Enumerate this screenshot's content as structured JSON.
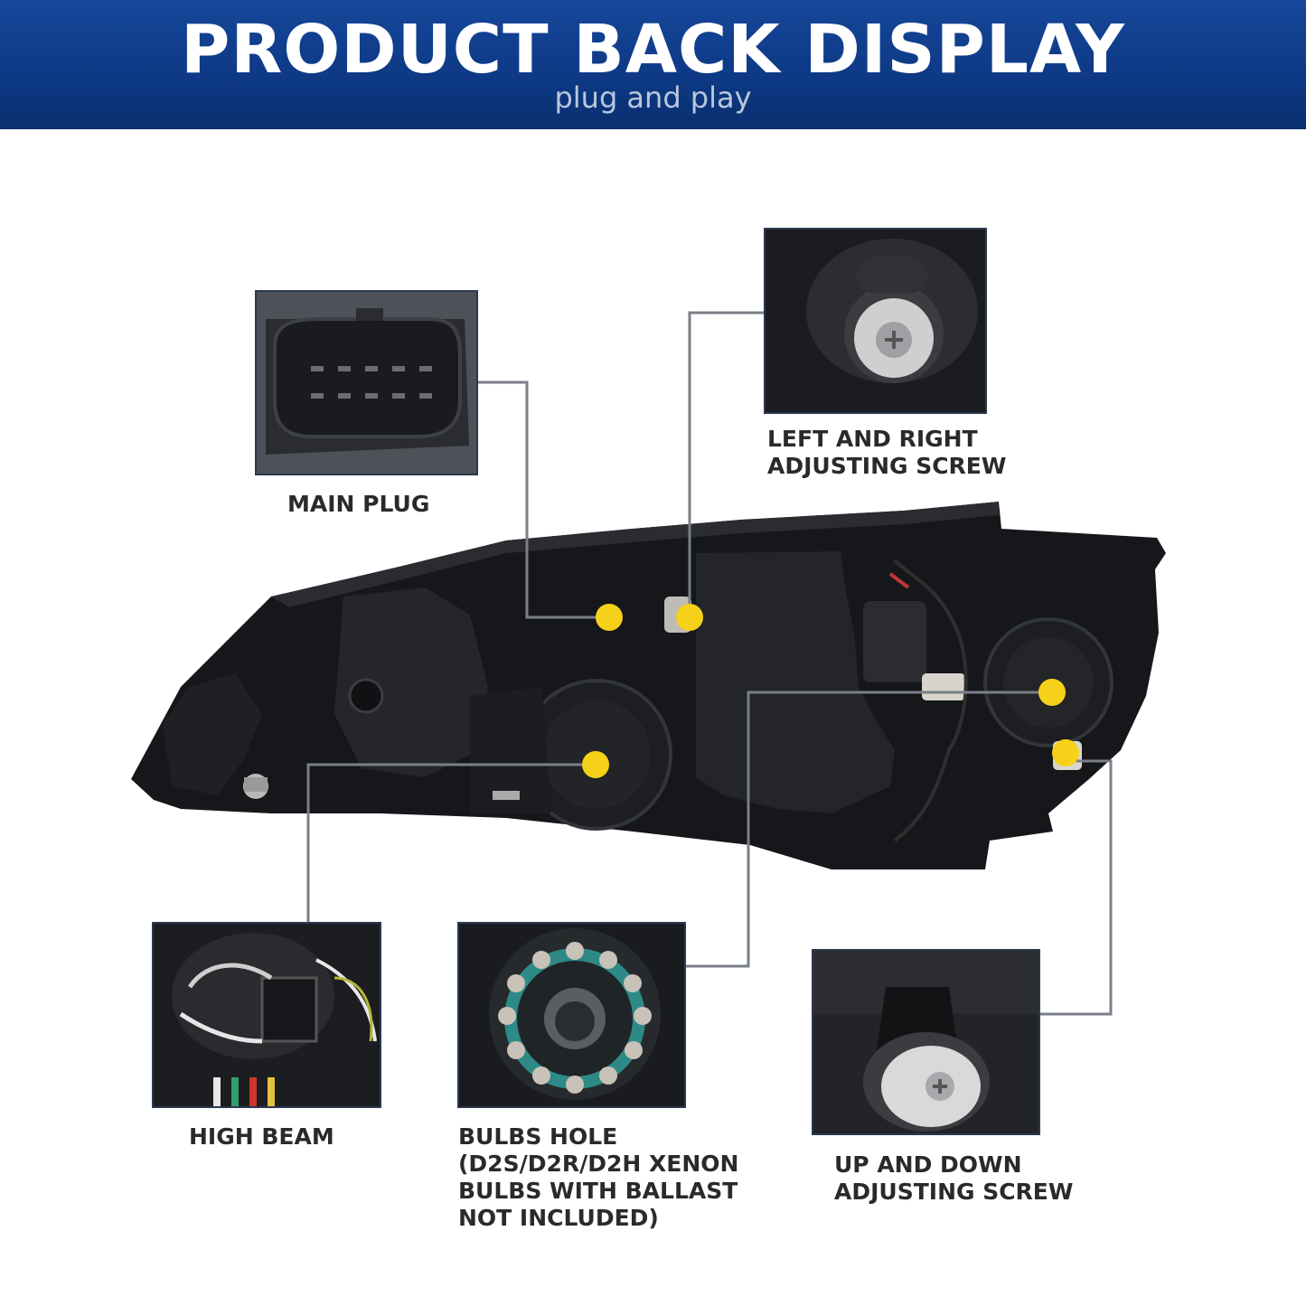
{
  "header": {
    "title": "PRODUCT BACK DISPLAY",
    "subtitle": "plug and play"
  },
  "callouts": {
    "main_plug": {
      "label": "MAIN PLUG"
    },
    "lr_screw": {
      "lines": [
        "LEFT AND RIGHT",
        "ADJUSTING SCREW"
      ]
    },
    "high_beam": {
      "label": "HIGH BEAM"
    },
    "bulbs_hole": {
      "lines": [
        "BULBS HOLE",
        "(D2S/D2R/D2H XENON",
        "BULBS WITH BALLAST",
        "NOT INCLUDED)"
      ]
    },
    "ud_screw": {
      "lines": [
        "UP AND DOWN",
        "ADJUSTING SCREW"
      ]
    }
  },
  "colors": {
    "banner": "#0e3a87",
    "marker": "#f5d219",
    "leader_line": "#7a7f87",
    "label_text": "#2a2a2a"
  }
}
